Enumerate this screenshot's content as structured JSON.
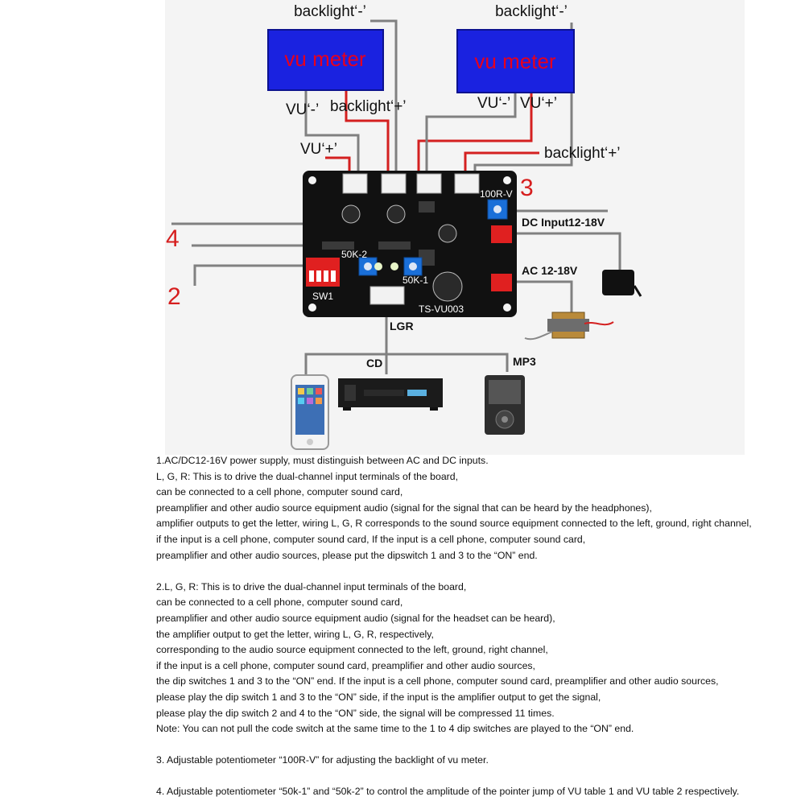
{
  "diagram": {
    "meters": [
      {
        "label": "vu meter",
        "backlight_minus": "backlight‘-’"
      },
      {
        "label": "vu meter",
        "backlight_minus": "backlight‘-’"
      }
    ],
    "labels": {
      "vu_minus_left": "VU‘-’",
      "backlight_plus_left": "backlight‘+’",
      "vu_plus_left": "VU‘+’",
      "vu_minus_right": "VU‘-’",
      "vu_plus_right": "VU‘+’",
      "backlight_plus_right": "backlight‘+’",
      "dc_input": "DC Input",
      "dc_voltage": "12-18V",
      "ac_input": "AC 12-18V",
      "lgr": "LGR",
      "cd": "CD",
      "mp3": "MP3"
    },
    "callouts": {
      "three": "3",
      "four": "4",
      "two": "2"
    },
    "board": {
      "model": "TS-VU003",
      "pot_1": "50K-1",
      "pot_2": "50K-2",
      "pot_backlight": "100R-V",
      "switch": "SW1"
    },
    "colors": {
      "meter_blue": "#1a22e0",
      "meter_text": "#e8001c",
      "pcb": "#111111",
      "wire_red": "#d42020",
      "wire_gray": "#808080",
      "pot_blue": "#1a6fd8",
      "connector_red": "#e02020"
    }
  },
  "notes": {
    "lines": [
      "1.AC/DC12-16V power supply, must distinguish between AC and DC inputs.",
      "L, G, R: This is to drive the dual-channel input terminals of the board,",
      "can be connected to a cell phone, computer sound card,",
      "preamplifier and other audio source equipment audio (signal for the signal that can be heard by the headphones),",
      "amplifier outputs to get the letter, wiring L, G, R corresponds to the sound source equipment connected to the left, ground, right channel,",
      "if the input is a cell phone, computer sound card, If the input is a cell phone, computer sound card,",
      "preamplifier and other audio sources, please put the dipswitch 1 and 3 to the “ON” end.",
      "",
      "2.L, G, R: This is to drive the dual-channel input terminals of the board,",
      "can be connected to a cell phone, computer sound card,",
      "preamplifier and other audio source equipment audio (signal for the headset can be heard),",
      "the amplifier output to get the letter, wiring L, G, R, respectively,",
      "corresponding to the audio source equipment connected to the left, ground, right channel,",
      "if the input is a cell phone, computer sound card, preamplifier and other audio sources,",
      "the dip switches 1 and 3 to the “ON” end. If the input is a cell phone, computer sound card, preamplifier and other audio sources,",
      "please play the dip switch 1 and 3 to the “ON” side, if the input is the amplifier output to get the signal,",
      "please play the dip switch 2 and 4 to the “ON” side, the signal will be compressed 11 times.",
      "Note: You can not pull the code switch at the same time to the 1 to 4 dip switches are played to the “ON” end.",
      "",
      "3. Adjustable potentiometer “100R-V” for adjusting the backlight of vu meter.",
      "",
      "4. Adjustable potentiometer “50k-1” and “50k-2” to control the amplitude of the pointer jump of VU table 1 and VU table 2 respectively."
    ]
  }
}
